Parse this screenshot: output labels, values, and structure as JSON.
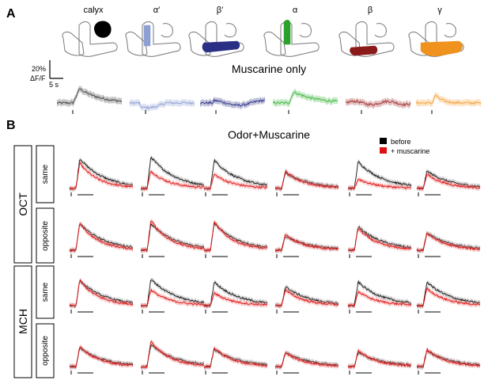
{
  "panel_a": {
    "letter": "A",
    "regions": [
      {
        "name": "calyx",
        "color": "#000000",
        "part": "calyx"
      },
      {
        "name": "α′",
        "color": "#8e9fd4",
        "part": "alphaprime"
      },
      {
        "name": "β′",
        "color": "#2a2f86",
        "part": "betaprime"
      },
      {
        "name": "α",
        "color": "#2aa12a",
        "part": "alpha"
      },
      {
        "name": "β",
        "color": "#8b1a1a",
        "part": "beta"
      },
      {
        "name": "γ",
        "color": "#f0921e",
        "part": "gamma"
      }
    ],
    "scale_bar": {
      "y_label": "20%",
      "y_unit": "ΔF/F",
      "x_label": "5 s"
    },
    "title": "Muscarine only",
    "trace_colors": [
      "#444444",
      "#8e9fd4",
      "#2a2f86",
      "#3db53d",
      "#a02a2a",
      "#f5a33a"
    ]
  },
  "panel_b": {
    "letter": "B",
    "title": "Odor+Muscarine",
    "legend": [
      {
        "label": "before",
        "color": "#000000"
      },
      {
        "label": "+ muscarine",
        "color": "#e01010"
      }
    ],
    "groups": [
      {
        "odor": "OCT",
        "rows": [
          "same",
          "opposite"
        ]
      },
      {
        "odor": "MCH",
        "rows": [
          "same",
          "opposite"
        ]
      }
    ],
    "before_color": "#111111",
    "muscarine_color": "#e01010"
  }
}
